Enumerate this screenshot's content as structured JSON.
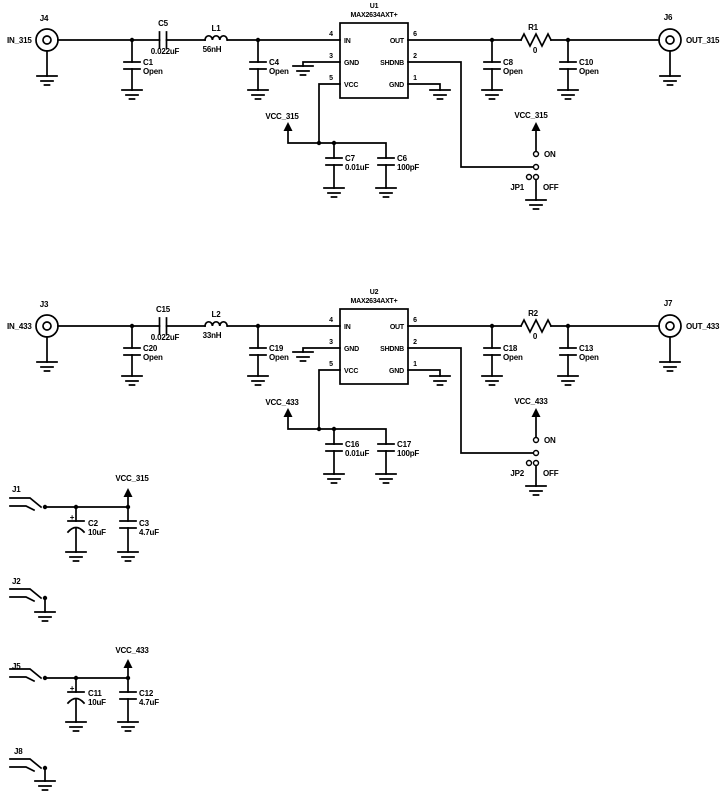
{
  "colors": {
    "ink": "#000000",
    "background": "#ffffff"
  },
  "ic": {
    "u1_ref": "U1",
    "u2_ref": "U2",
    "part": "MAX2634AXT+",
    "pins": {
      "in": {
        "num": "4",
        "name": "IN"
      },
      "gnd_l": {
        "num": "3",
        "name": "GND"
      },
      "vcc": {
        "num": "5",
        "name": "VCC"
      },
      "out": {
        "num": "6",
        "name": "OUT"
      },
      "shdnb": {
        "num": "2",
        "name": "SHDNB"
      },
      "gnd_r": {
        "num": "1",
        "name": "GND"
      }
    }
  },
  "ch315": {
    "in_conn": {
      "ref": "J4",
      "net": "IN_315"
    },
    "out_conn": {
      "ref": "J6",
      "net": "OUT_315"
    },
    "vcc_net": "VCC_315",
    "c5": {
      "ref": "C5",
      "val": "0.022uF"
    },
    "l1": {
      "ref": "L1",
      "val": "56nH"
    },
    "c1": {
      "ref": "C1",
      "val": "Open"
    },
    "c4": {
      "ref": "C4",
      "val": "Open"
    },
    "c7": {
      "ref": "C7",
      "val": "0.01uF"
    },
    "c6": {
      "ref": "C6",
      "val": "100pF"
    },
    "c8": {
      "ref": "C8",
      "val": "Open"
    },
    "r1": {
      "ref": "R1",
      "val": "0"
    },
    "c10": {
      "ref": "C10",
      "val": "Open"
    },
    "jp1": {
      "ref": "JP1",
      "on": "ON",
      "off": "OFF"
    }
  },
  "ch433": {
    "in_conn": {
      "ref": "J3",
      "net": "IN_433"
    },
    "out_conn": {
      "ref": "J7",
      "net": "OUT_433"
    },
    "vcc_net": "VCC_433",
    "c15": {
      "ref": "C15",
      "val": "0.022uF"
    },
    "l2": {
      "ref": "L2",
      "val": "33nH"
    },
    "c20": {
      "ref": "C20",
      "val": "Open"
    },
    "c19": {
      "ref": "C19",
      "val": "Open"
    },
    "c16": {
      "ref": "C16",
      "val": "0.01uF"
    },
    "c17": {
      "ref": "C17",
      "val": "100pF"
    },
    "c18": {
      "ref": "C18",
      "val": "Open"
    },
    "r2": {
      "ref": "R2",
      "val": "0"
    },
    "c13": {
      "ref": "C13",
      "val": "Open"
    },
    "jp2": {
      "ref": "JP2",
      "on": "ON",
      "off": "OFF"
    }
  },
  "pwr315": {
    "j1": "J1",
    "j2": "J2",
    "net": "VCC_315",
    "c2": {
      "ref": "C2",
      "val": "10uF",
      "pol": "+"
    },
    "c3": {
      "ref": "C3",
      "val": "4.7uF"
    }
  },
  "pwr433": {
    "j5": "J5",
    "j8": "J8",
    "net": "VCC_433",
    "c11": {
      "ref": "C11",
      "val": "10uF",
      "pol": "+"
    },
    "c12": {
      "ref": "C12",
      "val": "4.7uF"
    }
  }
}
